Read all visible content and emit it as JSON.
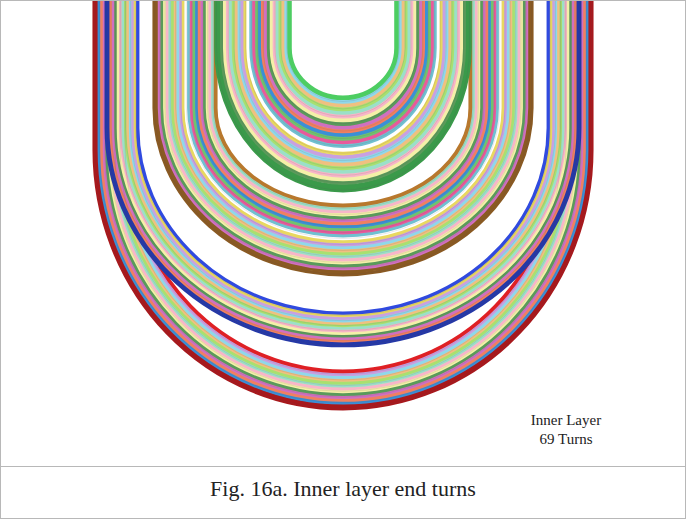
{
  "diagram": {
    "caption": "Fig. 16a. Inner layer end turns",
    "labels": [
      "Inner Layer",
      "69 Turns"
    ]
  }
}
